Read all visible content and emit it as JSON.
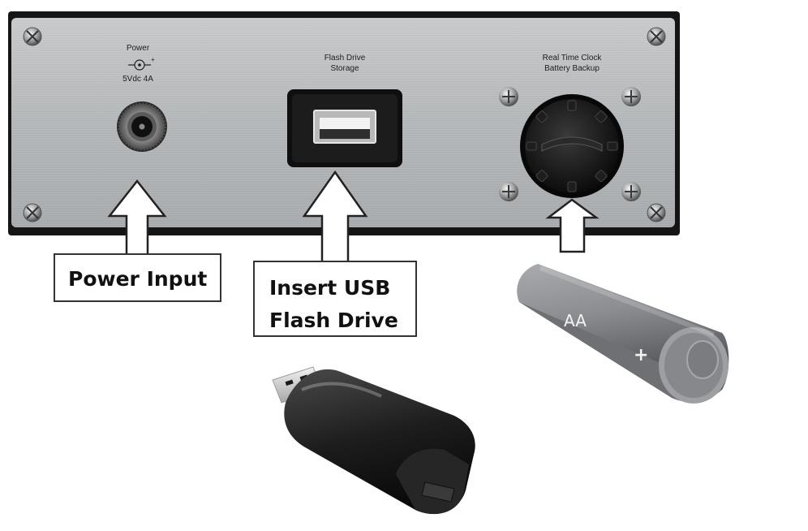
{
  "panel": {
    "power": {
      "label": "Power",
      "rating": "5Vdc  4A"
    },
    "usb": {
      "label_line1": "Flash Drive",
      "label_line2": "Storage"
    },
    "rtc": {
      "label_line1": "Real Time Clock",
      "label_line2": "Battery Backup"
    }
  },
  "callouts": {
    "power_input": "Power Input",
    "usb_line1": "Insert USB",
    "usb_line2": "Flash Drive"
  },
  "battery": {
    "type_label": "AA",
    "polarity": "+"
  },
  "colors": {
    "panel_frame": "#151515",
    "panel_face": "#b8babc",
    "callout_border": "#333333",
    "battery_body": "#8a8c90"
  },
  "icons": [
    "screw-icon",
    "dc-jack-icon",
    "usb-port-icon",
    "battery-cap-icon",
    "usb-drive-icon",
    "aa-battery-icon",
    "arrow-up-icon"
  ]
}
